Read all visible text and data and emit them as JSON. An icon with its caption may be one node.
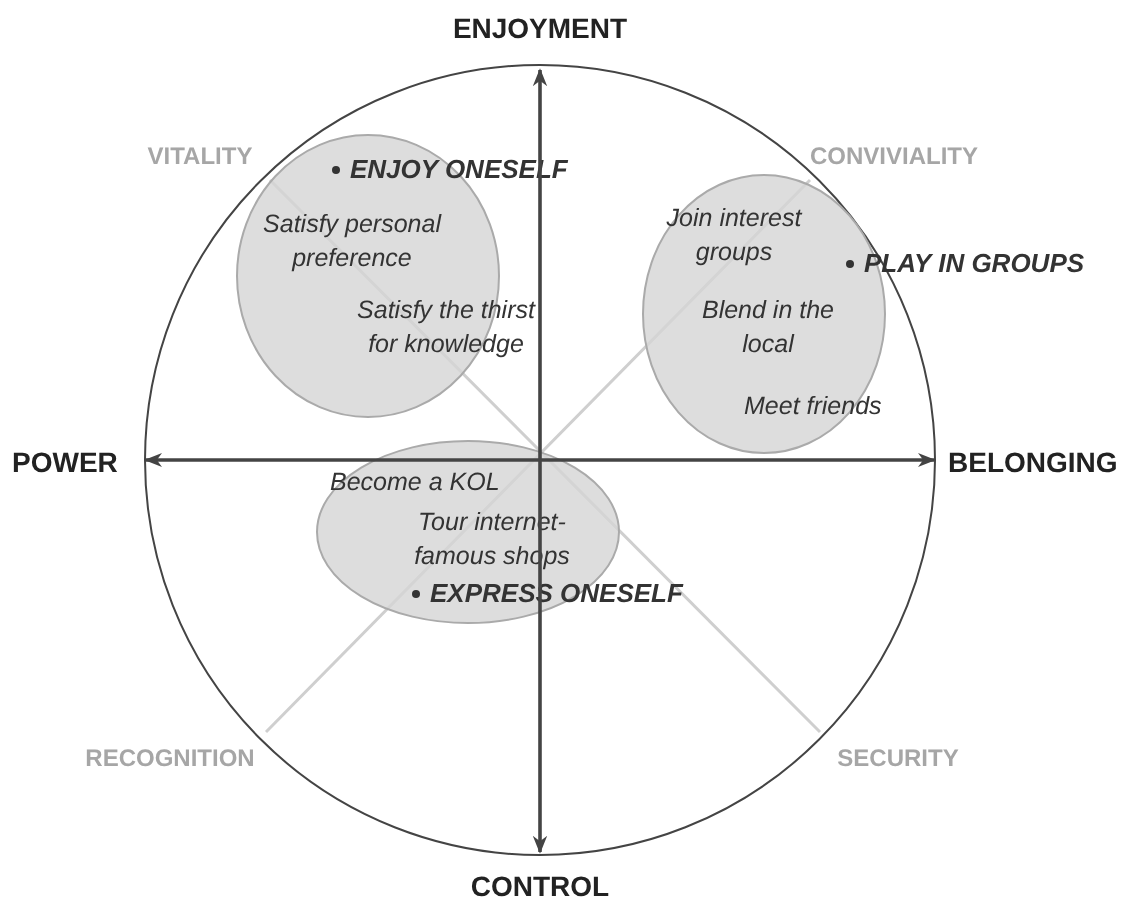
{
  "diagram": {
    "nodes": [
      {
        "text": [
          "ENJOY ONESELF",
          "Satisfy personal preference",
          "Satisfy the thirst for knowledge"
        ]
      },
      {
        "text": [
          "Join interest groups",
          "PLAY IN GROUPS",
          "Blend in the local",
          "Meet friends"
        ]
      },
      {
        "text": [
          "Become a KOL",
          "Tour internet-famous shops",
          "EXPRESS ONESELF"
        ]
      }
    ],
    "labels": [
      "ENJOYMENT",
      "VITALITY",
      "CONVIVIALITY",
      "POWER",
      "BELONGING",
      "RECOGNITION",
      "SECURITY",
      "CONTROL"
    ]
  }
}
